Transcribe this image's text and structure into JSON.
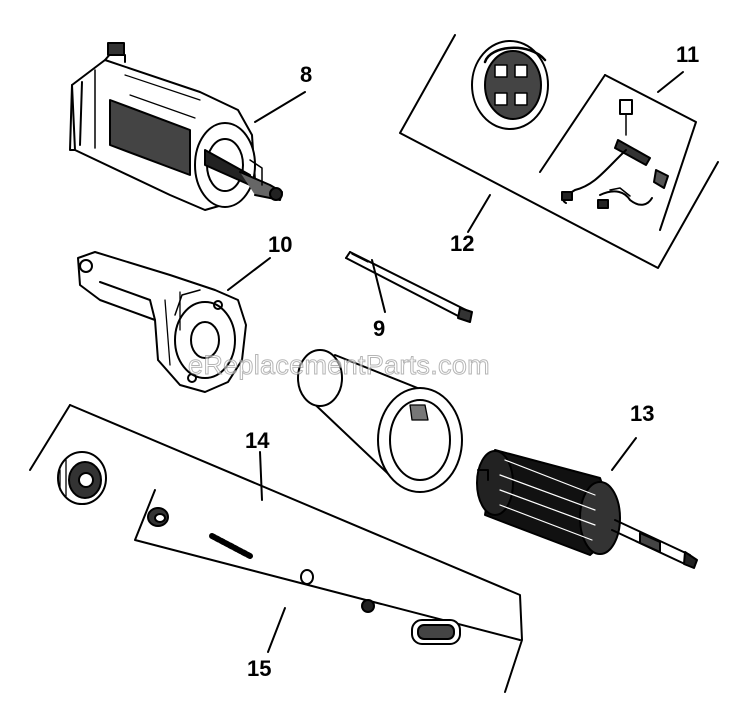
{
  "callouts": {
    "c8": "8",
    "c9": "9",
    "c10": "10",
    "c11": "11",
    "c12": "12",
    "c13": "13",
    "c14": "14",
    "c15": "15"
  },
  "watermark": "eReplacementParts.com"
}
